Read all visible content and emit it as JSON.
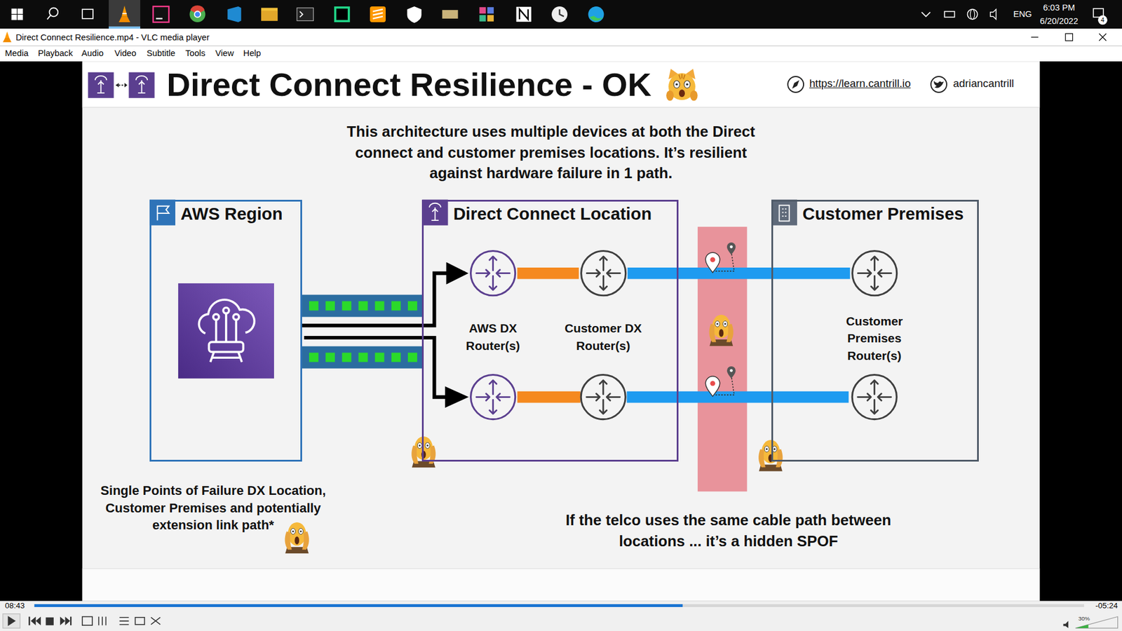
{
  "diagram": {
    "title": "Direct Connect Resilience - OK",
    "nodes": [
      {
        "text": [
          "AWS Region"
        ]
      },
      {
        "text": [
          "Direct Connect Location"
        ]
      },
      {
        "text": [
          "AWS DX Router(s)"
        ],
        "in": 1
      },
      {
        "text": [
          "Customer DX Router(s)"
        ],
        "in": 1
      },
      {
        "text": [
          "Customer Premises"
        ]
      },
      {
        "text": [
          "Customer Premises Router(s)"
        ],
        "in": 4
      }
    ],
    "edges": [
      {
        "from": 0,
        "to": 2,
        "arrow": "to"
      },
      {
        "from": 2,
        "to": 3,
        "arrow": "none"
      },
      {
        "from": 3,
        "to": 5,
        "arrow": "none"
      }
    ],
    "labels": [
      "Direct Connect Resilience.mp4 - VLC media player",
      "Media",
      "Playback",
      "Audio",
      "Video",
      "Subtitle",
      "Tools",
      "View",
      "Help",
      "6:03 PM",
      "6/20/2022",
      "ENG",
      "4",
      "https://learn.cantrill.io",
      "adriancantrill",
      "This architecture uses multiple devices at both the Direct connect and customer premises locations. It’s resilient against hardware failure in 1 path.",
      "Single Points of Failure DX Location, Customer Premises and potentially extension link path*",
      "If the telco uses the same cable path between locations ... it’s a hidden SPOF",
      "08:43",
      "-05:24",
      "30%"
    ]
  }
}
